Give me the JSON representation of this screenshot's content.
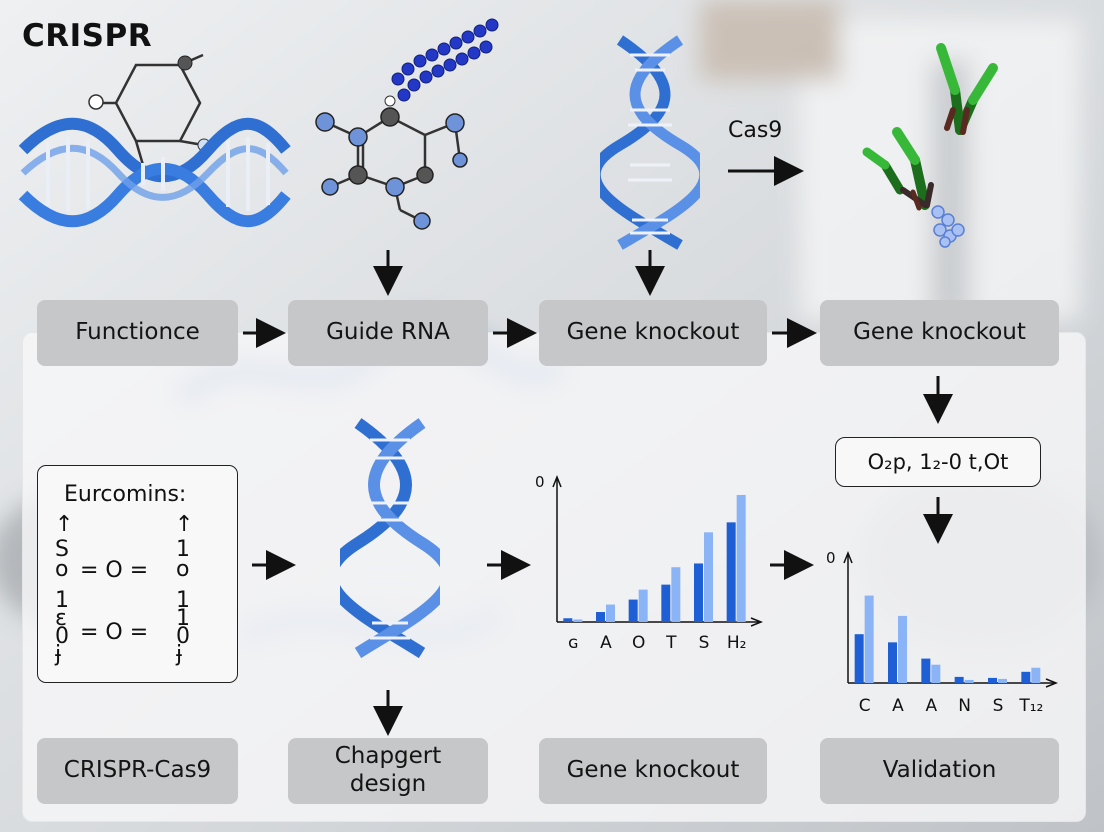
{
  "title": "CRISPR",
  "cas9_label": "Cas9",
  "steps_top": [
    "Functionce",
    "Guide RNA",
    "Gene knockout",
    "Gene knockout"
  ],
  "steps_bottom": [
    "CRISPR-Cas9",
    "Chapgert design",
    "Gene knockout",
    "Validation"
  ],
  "equation_box": {
    "title": "Eurcomins:",
    "arrows": [
      "↑",
      "↑"
    ],
    "line1_left": "S\no",
    "line1_mid": "= O =",
    "line1_right": "1\no",
    "line2_left": "1\nɛ\n0\nɉ",
    "line2_mid": "= O =",
    "line2_right": "1\n1\n0\nɉ"
  },
  "formula_label": "O₂p, 1₂-0 t,Ot",
  "colors": {
    "dna_blue": "#2f6fd1",
    "light_blue": "#7fa9ee",
    "bar_dark": "#1f5fd6",
    "bar_light": "#8ab4f5",
    "box_gray": "#c6c7c9",
    "antibody_green": "#3aa03a"
  },
  "chart_data": [
    {
      "type": "bar",
      "categories": [
        "ɢ",
        "A",
        "O",
        "T",
        "S",
        "H₂"
      ],
      "series": [
        {
          "values": [
            3,
            8,
            18,
            30,
            47,
            80
          ]
        },
        {
          "values": [
            2,
            14,
            26,
            44,
            72,
            102
          ]
        }
      ],
      "y_tick_label": "0",
      "ylim": [
        0,
        110
      ]
    },
    {
      "type": "bar",
      "categories": [
        "C",
        "A",
        "A",
        "N",
        "S",
        "T₁₂"
      ],
      "series": [
        {
          "values": [
            48,
            40,
            24,
            6,
            5,
            11
          ]
        },
        {
          "values": [
            86,
            66,
            18,
            3,
            4,
            15
          ]
        }
      ],
      "y_tick_label": "0",
      "ylim": [
        0,
        120
      ]
    }
  ]
}
